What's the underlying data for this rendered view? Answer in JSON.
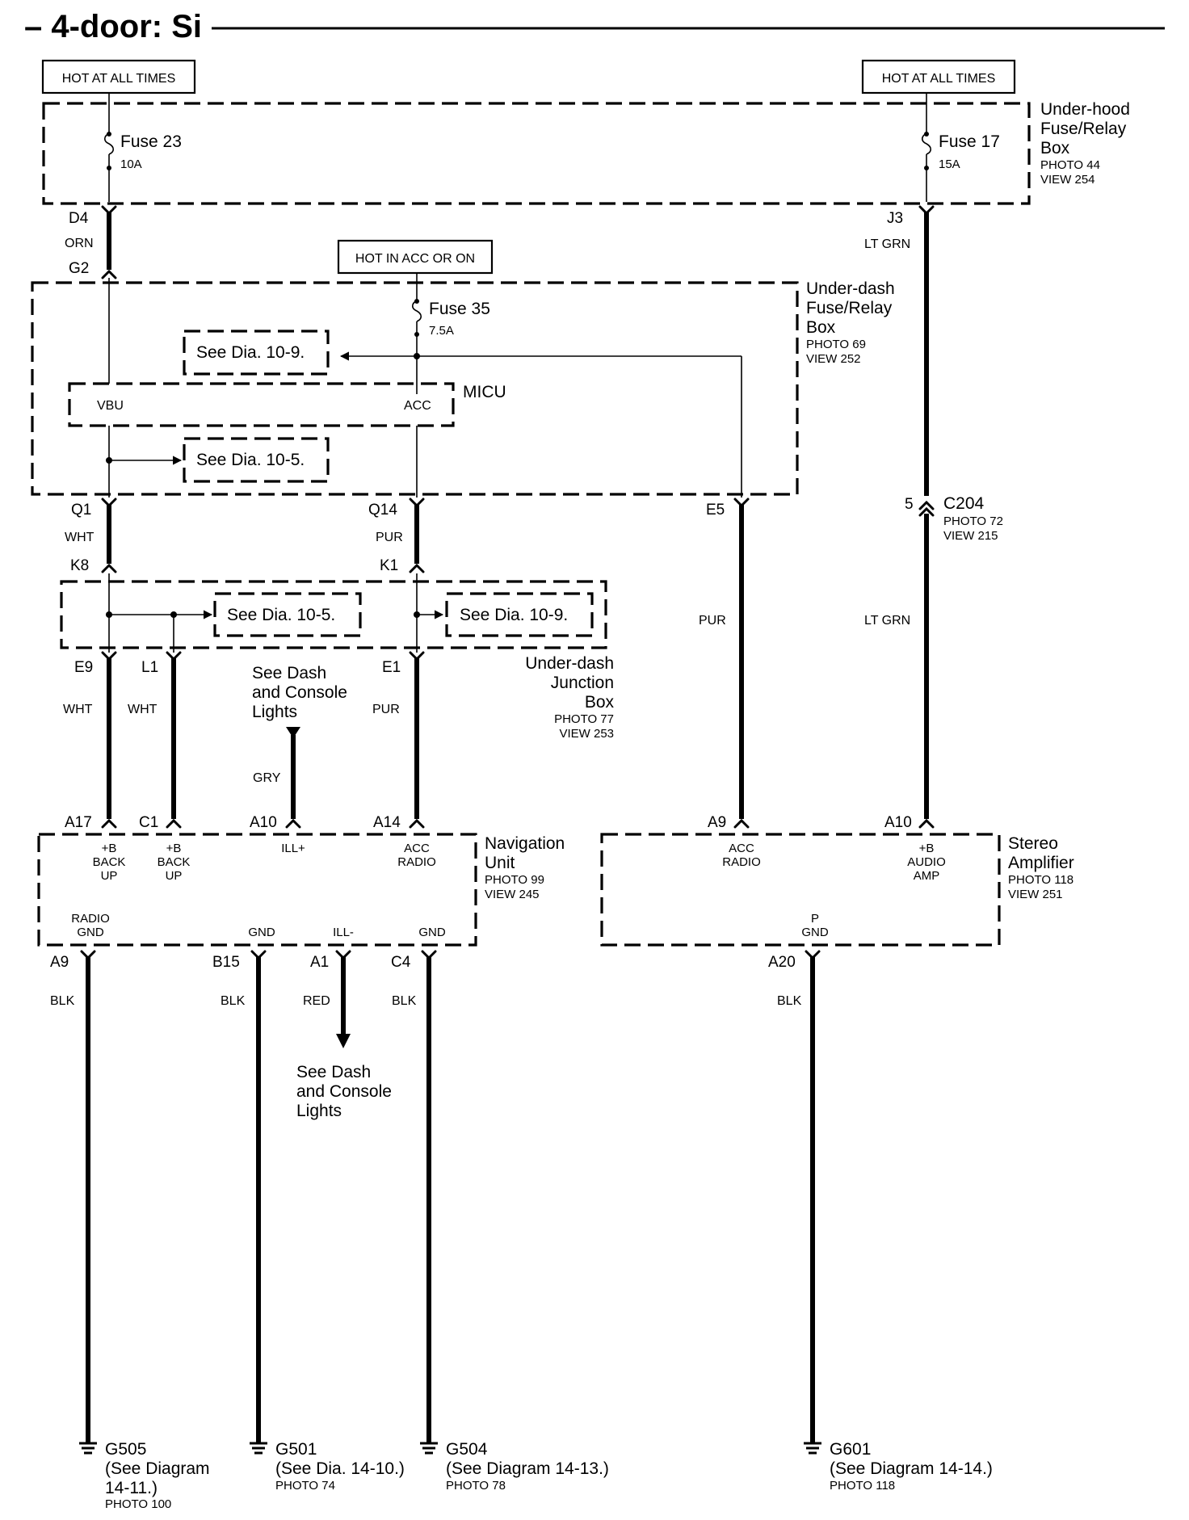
{
  "title": "– 4-door: Si",
  "hot_labels": {
    "left": "HOT AT ALL TIMES",
    "right": "HOT AT ALL TIMES",
    "acc": "HOT IN ACC OR ON"
  },
  "boxes": {
    "underhood": {
      "name_line1": "Under-hood",
      "name_line2": "Fuse/Relay",
      "name_line3": "Box",
      "photo": "PHOTO 44",
      "view": "VIEW 254"
    },
    "underdash": {
      "name_line1": "Under-dash",
      "name_line2": "Fuse/Relay",
      "name_line3": "Box",
      "photo": "PHOTO 69",
      "view": "VIEW 252"
    },
    "micu": {
      "name": "MICU",
      "pin_left": "VBU",
      "pin_right": "ACC"
    },
    "junction": {
      "name_line1": "Under-dash",
      "name_line2": "Junction",
      "name_line3": "Box",
      "photo": "PHOTO 77",
      "view": "VIEW 253"
    },
    "nav": {
      "name_line1": "Navigation",
      "name_line2": "Unit",
      "photo": "PHOTO 99",
      "view": "VIEW 245"
    },
    "amp": {
      "name_line1": "Stereo",
      "name_line2": "Amplifier",
      "photo": "PHOTO 118",
      "view": "VIEW 251"
    }
  },
  "fuses": {
    "f23": {
      "name": "Fuse 23",
      "rating": "10A"
    },
    "f17": {
      "name": "Fuse 17",
      "rating": "15A"
    },
    "f35": {
      "name": "Fuse 35",
      "rating": "7.5A"
    }
  },
  "see_dia": {
    "a": "See Dia. 10-9.",
    "b": "See Dia. 10-5.",
    "c": "See Dia. 10-5.",
    "d": "See Dia. 10-9."
  },
  "connectors": {
    "D4": "D4",
    "G2": "G2",
    "J3": "J3",
    "Q1": "Q1",
    "Q14": "Q14",
    "E5": "E5",
    "K8": "K8",
    "K1": "K1",
    "E9": "E9",
    "L1": "L1",
    "E1": "E1",
    "C204_pin": "5",
    "C204": "C204",
    "C204_photo": "PHOTO 72",
    "C204_view": "VIEW 215",
    "A17": "A17",
    "C1": "C1",
    "A10": "A10",
    "A14": "A14",
    "A9amp": "A9",
    "A10amp": "A10",
    "A9nav": "A9",
    "B15": "B15",
    "A1": "A1",
    "C4": "C4",
    "A20": "A20"
  },
  "wire_colors": {
    "orn": "ORN",
    "ltgrn1": "LT GRN",
    "wht1": "WHT",
    "pur1": "PUR",
    "pur_e5": "PUR",
    "ltgrn2": "LT GRN",
    "wht_e9": "WHT",
    "wht_l1": "WHT",
    "pur_e1": "PUR",
    "gry": "GRY",
    "blk1": "BLK",
    "blk2": "BLK",
    "red": "RED",
    "blk3": "BLK",
    "blk4": "BLK"
  },
  "dash_lights": {
    "top_line1": "See Dash",
    "top_line2": "and Console",
    "top_line3": "Lights",
    "bot_line1": "See Dash",
    "bot_line2": "and Console",
    "bot_line3": "Lights"
  },
  "nav_pins": {
    "bbu1_l1": "+B",
    "bbu1_l2": "BACK",
    "bbu1_l3": "UP",
    "bbu2_l1": "+B",
    "bbu2_l2": "BACK",
    "bbu2_l3": "UP",
    "ill_plus": "ILL+",
    "acc_l1": "ACC",
    "acc_l2": "RADIO",
    "rgnd_l1": "RADIO",
    "rgnd_l2": "GND",
    "gnd1": "GND",
    "ill_minus": "ILL-",
    "gnd2": "GND"
  },
  "amp_pins": {
    "acc_l1": "ACC",
    "acc_l2": "RADIO",
    "bamp_l1": "+B",
    "bamp_l2": "AUDIO",
    "bamp_l3": "AMP",
    "pgnd_l1": "P",
    "pgnd_l2": "GND"
  },
  "grounds": {
    "g505": {
      "name": "G505",
      "l1": "(See Diagram",
      "l2": "14-11.)",
      "photo": "PHOTO 100"
    },
    "g501": {
      "name": "G501",
      "l1": "(See Dia. 14-10.)",
      "photo": "PHOTO 74"
    },
    "g504": {
      "name": "G504",
      "l1": "(See Diagram 14-13.)",
      "photo": "PHOTO 78"
    },
    "g601": {
      "name": "G601",
      "l1": "(See Diagram 14-14.)",
      "photo": "PHOTO 118"
    }
  }
}
